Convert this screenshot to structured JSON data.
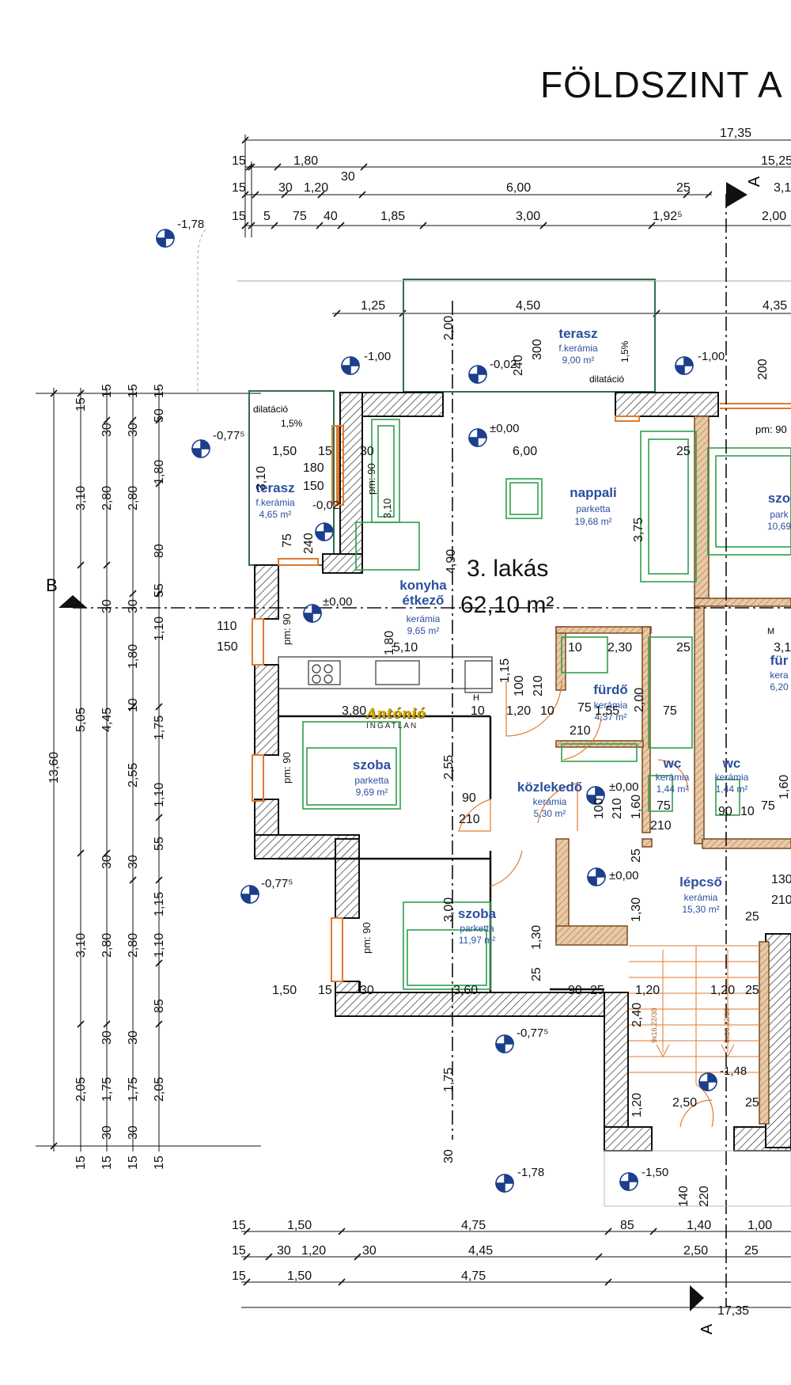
{
  "title": "FÖLDSZINT A",
  "apartment": {
    "name": "3. lakás",
    "area": "62,10 m²"
  },
  "rooms": [
    {
      "name": "terasz",
      "floor": "f.kerámia",
      "area": "9,00 m²"
    },
    {
      "name": "terasz",
      "floor": "f.kerámia",
      "area": "4,65 m²"
    },
    {
      "name": "nappali",
      "floor": "parketta",
      "area": "19,68 m²"
    },
    {
      "name": "konyha étkező",
      "floor": "kerámia",
      "area": "9,65 m²"
    },
    {
      "name": "fürdő",
      "floor": "kerámia",
      "area": "4,37 m²"
    },
    {
      "name": "szoba",
      "floor": "parketta",
      "area": "9,69 m²"
    },
    {
      "name": "közlekedő",
      "floor": "kerámia",
      "area": "5,30 m²"
    },
    {
      "name": "szoba",
      "floor": "parketta",
      "area": "11,97 m²"
    },
    {
      "name": "lépcső",
      "floor": "kerámia",
      "area": "15,30 m²"
    },
    {
      "name": "wc",
      "floor": "kerámia",
      "area": "1,44 m²"
    },
    {
      "name": "wc",
      "floor": "kerámia",
      "area": "1,44 m²"
    },
    {
      "name": "szo",
      "floor": "park",
      "area": "10,69"
    },
    {
      "name": "für",
      "floor": "kera",
      "area": "6,20"
    }
  ],
  "levels": [
    "-1,78",
    "-1,00",
    "-0,02",
    "-1,00",
    "±0,00",
    "-0,77⁵",
    "-0,02",
    "±0,00",
    "±0,00",
    "±0,00",
    "-0,77⁵",
    "-0,77⁵",
    "-1,48",
    "-1,78",
    "-1,50"
  ],
  "section_markers": [
    "A",
    "A",
    "B"
  ],
  "annotations": [
    "dilatáció",
    "dilatáció",
    "1,5%",
    "1,5%"
  ],
  "top_dims": {
    "row1": [
      "17,35"
    ],
    "row2": [
      "15",
      "1,80",
      "15,25"
    ],
    "row3": [
      "15",
      "30",
      "1,20",
      "30",
      "6,00",
      "25",
      "3,1"
    ],
    "row4": [
      "15",
      "5",
      "75",
      "40",
      "1,85",
      "3,00",
      "1,92⁵",
      "2,00"
    ],
    "row5": [
      "1,25",
      "4,50",
      "4,35"
    ]
  },
  "bottom_dims": {
    "row1": [
      "15",
      "1,50",
      "4,75",
      "85",
      "1,40",
      "1,00"
    ],
    "row2": [
      "15",
      "30",
      "1,20",
      "30",
      "4,45",
      "2,50",
      "25"
    ],
    "row3": [
      "15",
      "1,50",
      "4,75"
    ],
    "row4": [
      "17,35"
    ]
  },
  "left_dims": {
    "col1": [
      "13,60"
    ],
    "col2": [
      "15",
      "3,10",
      "5,05",
      "3,10",
      "2,05",
      "15"
    ],
    "col3": [
      "15",
      "30",
      "2,80",
      "30",
      "4,45",
      "30",
      "2,80",
      "30",
      "1,75",
      "30",
      "15"
    ],
    "col4": [
      "15",
      "30",
      "2,80",
      "30",
      "1,80",
      "10",
      "2,55",
      "30",
      "2,80",
      "30",
      "1,75",
      "30",
      "15"
    ],
    "col5": [
      "15",
      "50",
      "1,80",
      "80",
      "55",
      "1,10",
      "1,75",
      "1,10",
      "55",
      "1,15",
      "1,10",
      "85",
      "2,05",
      "15"
    ]
  },
  "inner_dims": [
    "1,50",
    "15",
    "30",
    "180",
    "150",
    "240",
    "75",
    "3,10",
    "6,00",
    "25",
    "3,75",
    "4,90",
    "1,80",
    "5,10",
    "110",
    "150",
    "2,30",
    "10",
    "25",
    "1,15",
    "100",
    "210",
    "2,00",
    "3,80",
    "10",
    "1,20",
    "10",
    "75",
    "1,55",
    "75",
    "210",
    "3,1",
    "2,55",
    "90",
    "210",
    "100",
    "210",
    "1,60",
    "75",
    "90",
    "10",
    "75",
    "210",
    "1,30",
    "25",
    "130",
    "210",
    "25",
    "3,00",
    "25",
    "1,30",
    "3,60",
    "90",
    "25",
    "1,20",
    "1,20",
    "25",
    "2,40",
    "1,75",
    "1,20",
    "2,50",
    "25",
    "140",
    "220",
    "1,50",
    "15",
    "30",
    "30",
    "200",
    "300",
    "240",
    "1,60",
    "2,00"
  ],
  "furniture_labels": [
    "pm: 90",
    "pm: 90",
    "pm: 90",
    "pm: 90",
    "pm: 90",
    "3,10",
    "M",
    "H"
  ],
  "stair_labels": [
    "9x16,22/30",
    "9x16,22/30"
  ],
  "watermark": {
    "name": "Antónió",
    "sub": "INGATLAN"
  }
}
